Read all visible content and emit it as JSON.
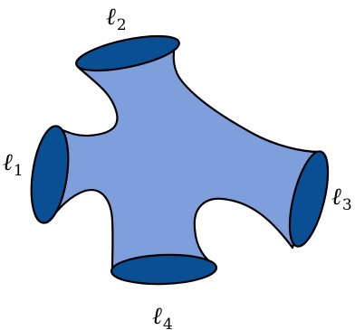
{
  "colors": {
    "surface": "#7f9fdc",
    "boundary": "#0a4f94",
    "outline": "#000000",
    "background": "#ffffff"
  },
  "labels": {
    "l1": {
      "symbol": "ℓ",
      "sub": "1"
    },
    "l2": {
      "symbol": "ℓ",
      "sub": "2"
    },
    "l3": {
      "symbol": "ℓ",
      "sub": "3"
    },
    "l4": {
      "symbol": "ℓ",
      "sub": "4"
    }
  }
}
